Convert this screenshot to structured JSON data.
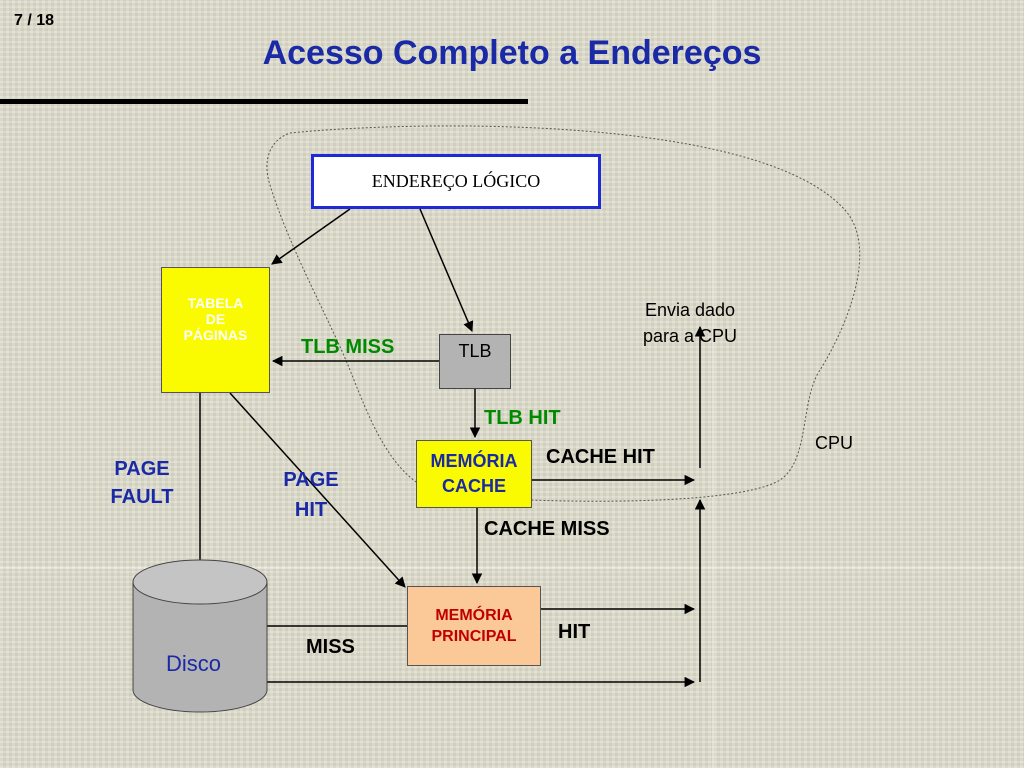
{
  "slide": {
    "number": "7 / 18",
    "title": "Acesso Completo a Endereços"
  },
  "nodes": {
    "logical_address": "ENDEREÇO LÓGICO",
    "page_table": [
      "TABELA",
      "DE",
      "PÁGINAS"
    ],
    "tlb": "TLB",
    "cache": [
      "MEMÓRIA",
      "CACHE"
    ],
    "main_memory": [
      "MEMÓRIA",
      "PRINCIPAL"
    ],
    "disk": "Disco"
  },
  "labels": {
    "tlb_miss": "TLB MISS",
    "tlb_hit": "TLB HIT",
    "cache_hit": "CACHE HIT",
    "cache_miss": "CACHE MISS",
    "page_fault": [
      "PAGE",
      "FAULT"
    ],
    "page_hit": [
      "PAGE",
      "HIT"
    ],
    "hit": "HIT",
    "miss": "MISS",
    "send_data": [
      "Envia dado",
      "para a CPU"
    ],
    "cpu": "CPU"
  },
  "colors": {
    "title": "#1a2aa6",
    "logical_border": "#1d2ad6",
    "yellow_box": "#fafa00",
    "tlb_box": "#b3b3b3",
    "main_memory_box": "#fbc898",
    "main_memory_text": "#c00000",
    "green_label": "#008a00",
    "disk_fill": "#b3b3b3"
  }
}
